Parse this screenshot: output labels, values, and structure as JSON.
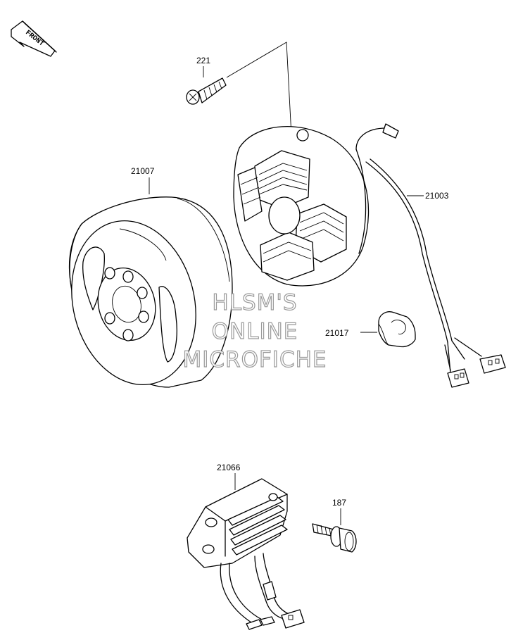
{
  "front_badge": {
    "text": "FRONT"
  },
  "parts": [
    {
      "ref": "221",
      "component": "screw"
    },
    {
      "ref": "21007",
      "component": "flywheel-rotor"
    },
    {
      "ref": "21003",
      "component": "stator-coil-assembly"
    },
    {
      "ref": "21017",
      "component": "grommet"
    },
    {
      "ref": "21066",
      "component": "regulator-rectifier"
    },
    {
      "ref": "187",
      "component": "flange-bolt"
    }
  ],
  "watermark": {
    "line1": "HLSM'S",
    "line2": "ONLINE",
    "line3": "MICROFICHE"
  },
  "colors": {
    "ink": "#000000",
    "paper": "#ffffff",
    "watermark_outline": "#9a9a9a"
  }
}
